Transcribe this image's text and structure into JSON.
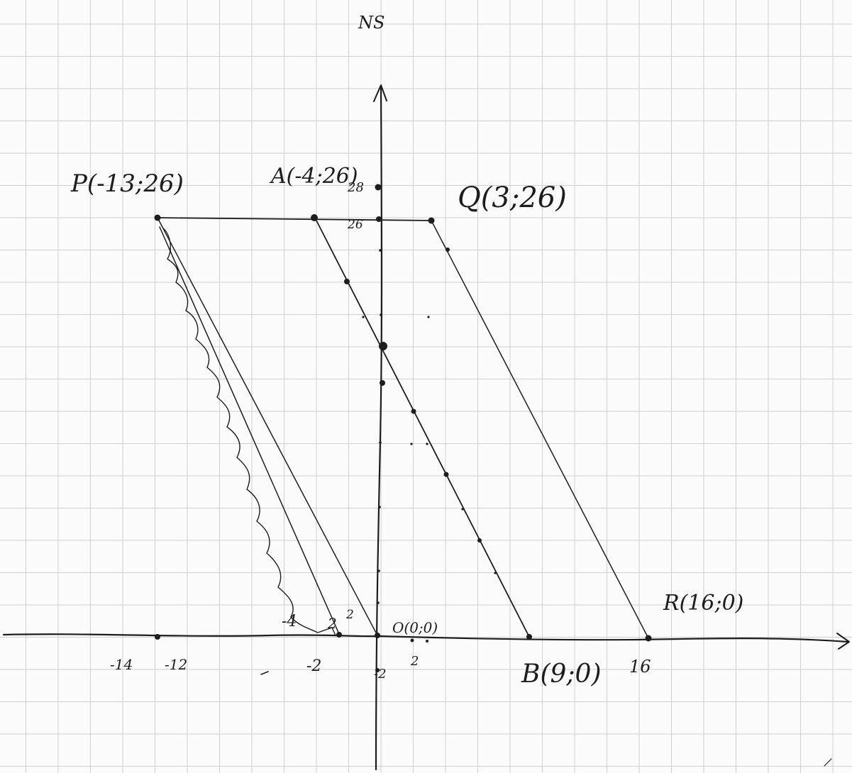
{
  "axis_title": "NS",
  "points": {
    "P": "P(-13;26)",
    "A": "A(-4;26)",
    "Q": "Q(3;26)",
    "O": "O(0;0)",
    "B": "B(9;0)",
    "R": "R(16;0)"
  },
  "x_ticks": {
    "t_14": "-14",
    "t_12": "-12",
    "t_2": "-2",
    "t_4": "-4",
    "t_2b": "2",
    "t_pos2": "2",
    "t_16": "16"
  },
  "y_ticks": {
    "t28": "28",
    "t26": "26",
    "tneg2": "-2"
  },
  "misc": {
    "small_2": "2"
  }
}
